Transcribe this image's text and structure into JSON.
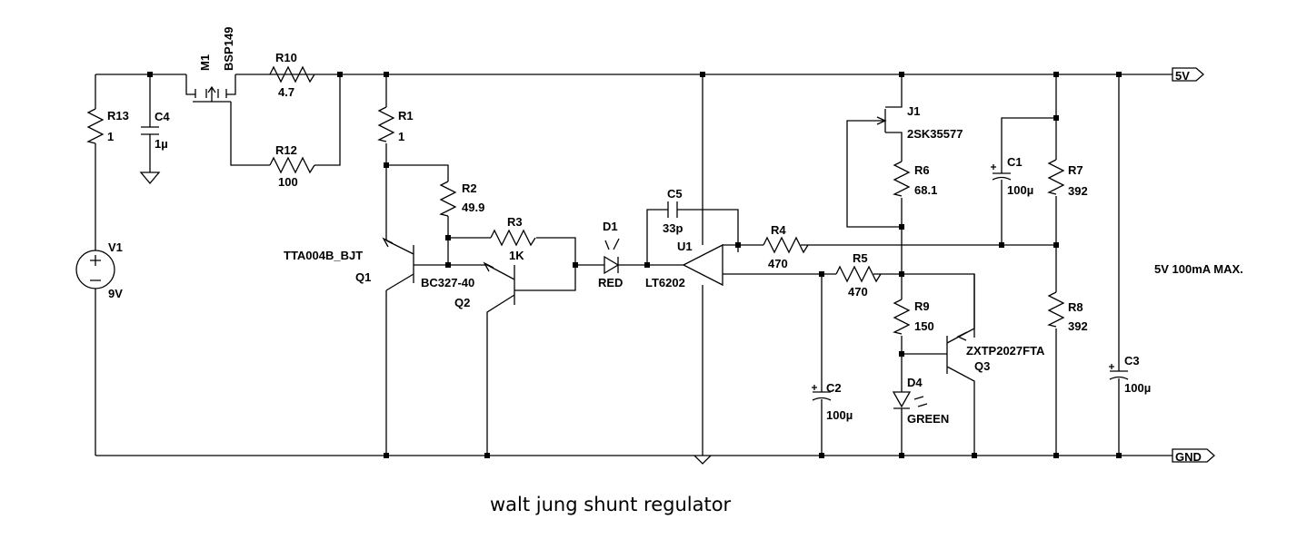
{
  "title": "walt jung shunt regulator",
  "note": "5V 100mA MAX.",
  "ports": {
    "out": "5V",
    "gnd": "GND"
  },
  "components": {
    "M1": {
      "ref": "M1",
      "value": "BSP149"
    },
    "R10": {
      "ref": "R10",
      "value": "4.7"
    },
    "R12": {
      "ref": "R12",
      "value": "100"
    },
    "R13": {
      "ref": "R13",
      "value": "1"
    },
    "C4": {
      "ref": "C4",
      "value": "1µ"
    },
    "V1": {
      "ref": "V1",
      "value": "9V"
    },
    "R1": {
      "ref": "R1",
      "value": "1"
    },
    "R2": {
      "ref": "R2",
      "value": "49.9"
    },
    "R3": {
      "ref": "R3",
      "value": "1K"
    },
    "Q1": {
      "ref": "Q1",
      "value": "TTA004B_BJT"
    },
    "Q2": {
      "ref": "Q2",
      "value": "BC327-40"
    },
    "D1": {
      "ref": "D1",
      "value": "RED"
    },
    "C5": {
      "ref": "C5",
      "value": "33p"
    },
    "U1": {
      "ref": "U1",
      "value": "LT6202"
    },
    "R4": {
      "ref": "R4",
      "value": "470"
    },
    "R5": {
      "ref": "R5",
      "value": "470"
    },
    "C2": {
      "ref": "C2",
      "value": "100µ"
    },
    "J1": {
      "ref": "J1",
      "value": "2SK35577"
    },
    "R6": {
      "ref": "R6",
      "value": "68.1"
    },
    "R9": {
      "ref": "R9",
      "value": "150"
    },
    "D4": {
      "ref": "D4",
      "value": "GREEN"
    },
    "Q3": {
      "ref": "Q3",
      "value": "ZXTP2027FTA"
    },
    "C1": {
      "ref": "C1",
      "value": "100µ"
    },
    "R7": {
      "ref": "R7",
      "value": "392"
    },
    "R8": {
      "ref": "R8",
      "value": "392"
    },
    "C3": {
      "ref": "C3",
      "value": "100µ"
    }
  }
}
